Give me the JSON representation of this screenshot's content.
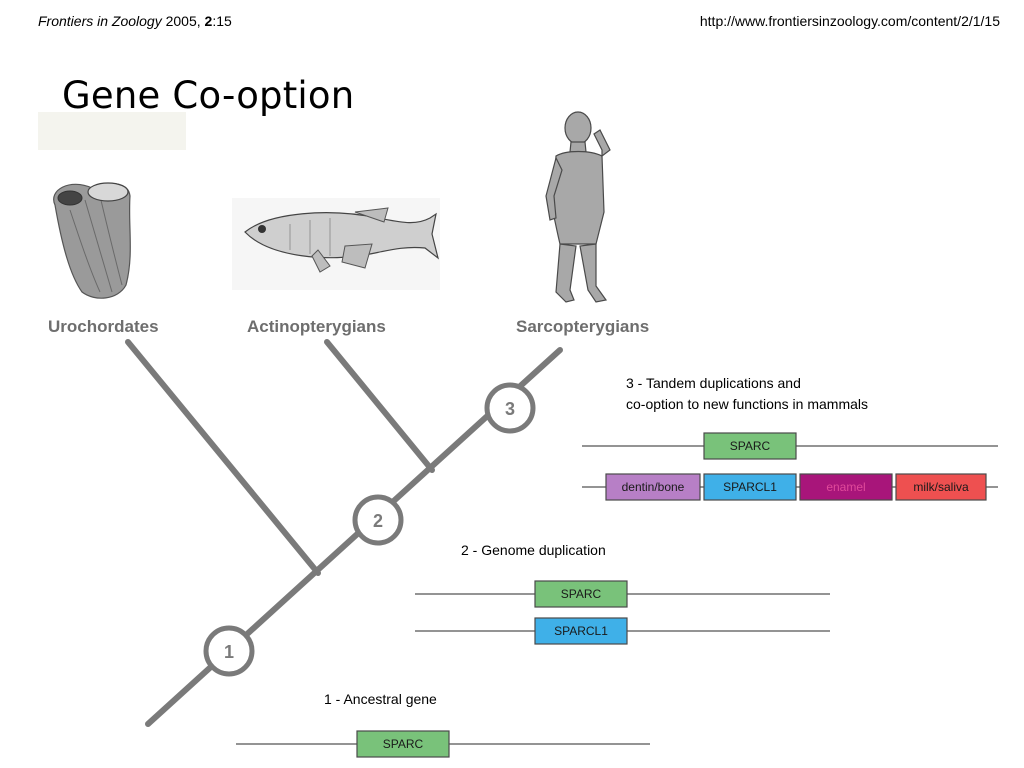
{
  "header": {
    "journal_name": "Frontiers in Zoology",
    "journal_year": " 2005, ",
    "journal_volume": "2",
    "journal_issue": ":15",
    "url": "http://www.frontiersinzoology.com/content/2/1/15"
  },
  "title": "Gene Co-option",
  "taxa": [
    "Urochordates",
    "Actinopterygians",
    "Sarcopterygians"
  ],
  "nodes": [
    "1",
    "2",
    "3"
  ],
  "stages": {
    "ancestral": "1 - Ancestral gene",
    "genome_dup": "2 - Genome duplication",
    "tandem_line1": "3 - Tandem duplications and",
    "tandem_line2": "co-option to new functions in mammals"
  },
  "genes": {
    "ancestral": [
      "SPARC"
    ],
    "genome_dup": [
      "SPARC",
      "SPARCL1"
    ],
    "tandem_top": [
      "SPARC"
    ],
    "tandem_bottom": [
      "dentin/bone",
      "SPARCL1",
      "enamel",
      "milk/saliva"
    ]
  },
  "colors": {
    "tree": "#7a7a7a",
    "sparc": "#79c27a",
    "sparcl1": "#3fb0e8",
    "dentin": "#b77fc6",
    "enamel": "#a8157a",
    "milk": "#ee5050",
    "label": "#6e6e6e"
  }
}
